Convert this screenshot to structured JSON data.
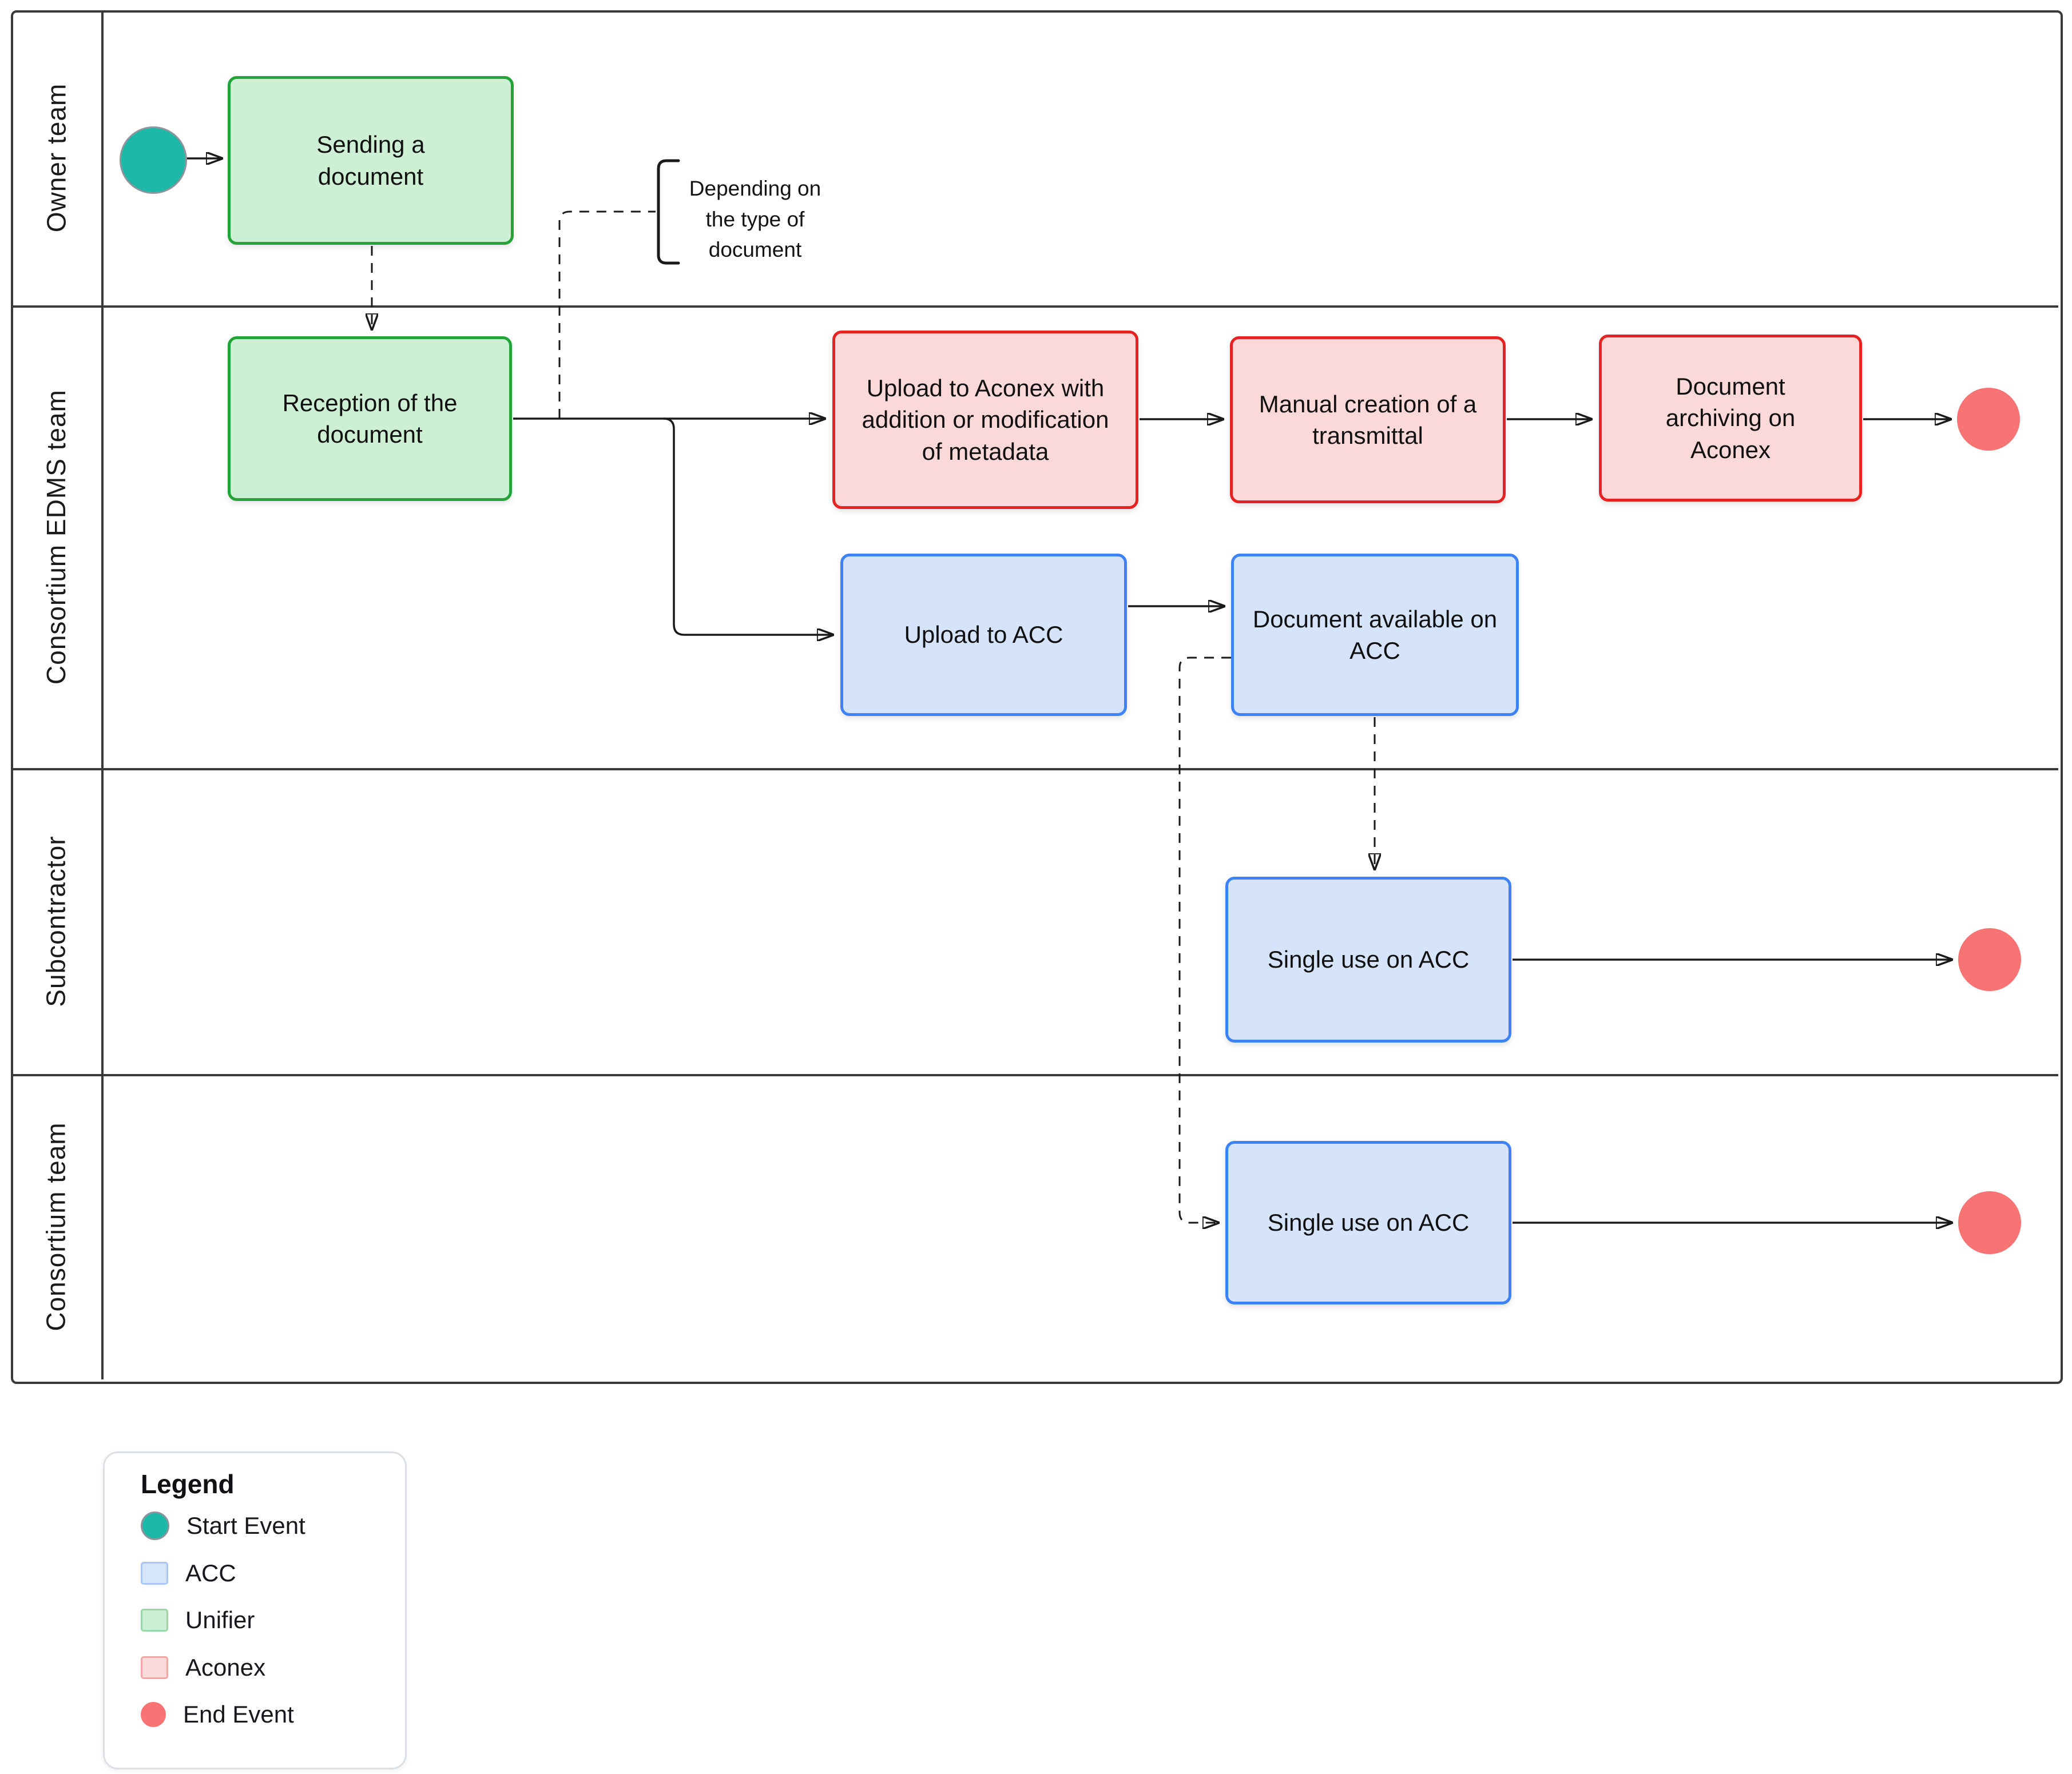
{
  "diagram": {
    "type": "bpmn-swimlane-flowchart",
    "lanes": [
      {
        "label": "Owner team"
      },
      {
        "label": "Consortium EDMS team"
      },
      {
        "label": "Subcontractor"
      },
      {
        "label": "Consortium team"
      }
    ],
    "nodes": {
      "start_event": {
        "kind": "start-event",
        "color": "#1cb9a8"
      },
      "sending": {
        "label": "Sending a document",
        "system": "Unifier"
      },
      "reception": {
        "label": "Reception of the document",
        "system": "Unifier"
      },
      "upload_aconex": {
        "label": "Upload to Aconex with addition or modification of metadata",
        "system": "Aconex"
      },
      "manual_transmittal": {
        "label": "Manual creation of a transmittal",
        "system": "Aconex"
      },
      "doc_archiving": {
        "label": "Document archiving on Aconex",
        "system": "Aconex"
      },
      "upload_acc": {
        "label": "Upload to ACC",
        "system": "ACC"
      },
      "doc_available": {
        "label": "Document available on ACC",
        "system": "ACC"
      },
      "single_use_subcontractor": {
        "label": "Single use on ACC",
        "system": "ACC"
      },
      "single_use_consortium": {
        "label": "Single use on ACC",
        "system": "ACC"
      },
      "end_event_edms": {
        "kind": "end-event",
        "color": "#f87373"
      },
      "end_event_subcontractor": {
        "kind": "end-event",
        "color": "#f87373"
      },
      "end_event_consortium": {
        "kind": "end-event",
        "color": "#f87373"
      }
    },
    "annotation": {
      "text": "Depending on\nthe type of\ndocument"
    },
    "colors": {
      "unifier_fill": "#cdefd4",
      "unifier_border": "#23a338",
      "acc_fill": "#d5e4fb",
      "acc_border": "#3e82f7",
      "aconex_fill": "#fbd9d9",
      "aconex_border": "#e62222",
      "start_event": "#1cb9a8",
      "end_event": "#f87373",
      "connector": "#1a1a1a"
    }
  },
  "legend": {
    "title": "Legend",
    "items": [
      {
        "label": "Start Event",
        "swatch": "circle",
        "fill": "#1cb9a8",
        "border": "#8e949c"
      },
      {
        "label": "ACC",
        "swatch": "square",
        "fill": "#d5e5fb",
        "border": "#a6c7f7"
      },
      {
        "label": "Unifier",
        "swatch": "square",
        "fill": "#cbf0d3",
        "border": "#99d8a6"
      },
      {
        "label": "Aconex",
        "swatch": "square",
        "fill": "#fbdada",
        "border": "#f3a6a6"
      },
      {
        "label": "End Event",
        "swatch": "circle",
        "fill": "#f87373",
        "border": ""
      }
    ]
  }
}
